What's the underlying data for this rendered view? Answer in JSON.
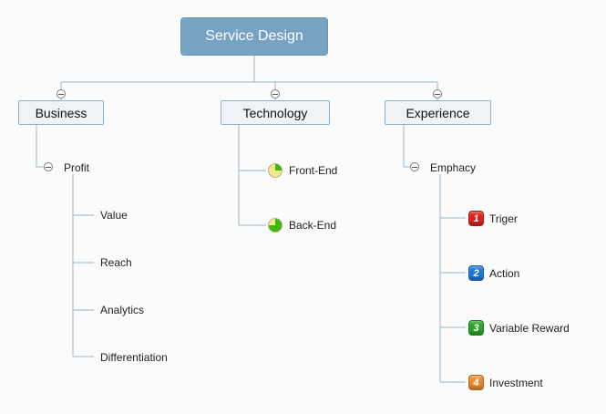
{
  "root": {
    "label": "Service Design"
  },
  "topics": [
    {
      "label": "Business",
      "subtopic": {
        "label": "Profit",
        "children": [
          "Value",
          "Reach",
          "Analytics",
          "Differentiation"
        ]
      }
    },
    {
      "label": "Technology",
      "children": [
        {
          "label": "Front-End",
          "icon": "progress-pie-icon",
          "progress": 0.25
        },
        {
          "label": "Back-End",
          "icon": "progress-pie-icon",
          "progress": 0.75
        }
      ]
    },
    {
      "label": "Experience",
      "subtopic": {
        "label": "Emphacy",
        "children": [
          {
            "label": "Triger",
            "priority": "1",
            "color": "#e3201b"
          },
          {
            "label": "Action",
            "priority": "2",
            "color": "#1e78e0"
          },
          {
            "label": "Variable Reward",
            "priority": "3",
            "color": "#2aa52a"
          },
          {
            "label": "Investment",
            "priority": "4",
            "color": "#f08c2c"
          }
        ]
      }
    }
  ],
  "colors": {
    "root_fill": "#78a2c2",
    "topic_border": "#8fb0c9",
    "connector": "#9ab6cc",
    "pie_green": "#3fb511",
    "pie_yellow": "#f2e98a"
  }
}
